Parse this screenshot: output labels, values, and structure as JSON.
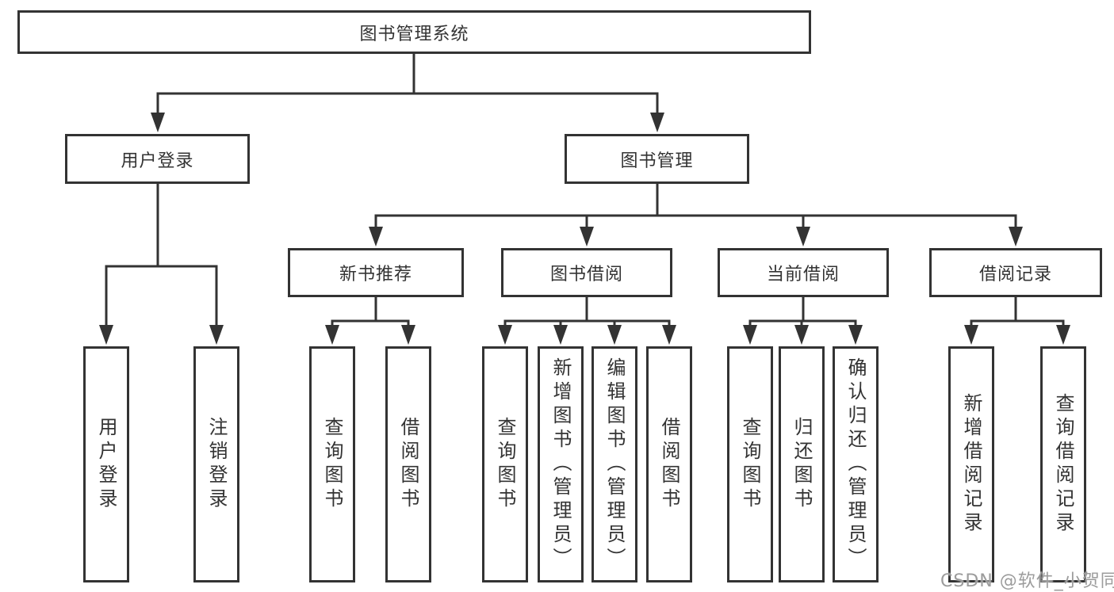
{
  "tree": {
    "root": {
      "label": "图书管理系统"
    },
    "branches": [
      {
        "label": "用户登录",
        "children": [
          {
            "label": "用户登录"
          },
          {
            "label": "注销登录"
          }
        ]
      },
      {
        "label": "图书管理",
        "children": [
          {
            "label": "新书推荐",
            "children": [
              {
                "label": "查询图书"
              },
              {
                "label": "借阅图书"
              }
            ]
          },
          {
            "label": "图书借阅",
            "children": [
              {
                "label": "查询图书"
              },
              {
                "label": "新增图书（管理员）"
              },
              {
                "label": "编辑图书（管理员）"
              },
              {
                "label": "借阅图书"
              }
            ]
          },
          {
            "label": "当前借阅",
            "children": [
              {
                "label": "查询图书"
              },
              {
                "label": "归还图书"
              },
              {
                "label": "确认归还（管理员）"
              }
            ]
          },
          {
            "label": "借阅记录",
            "children": [
              {
                "label": "新增借阅记录"
              },
              {
                "label": "查询借阅记录"
              }
            ]
          }
        ]
      }
    ]
  },
  "watermark": "CSDN @软件_小贺同学",
  "colors": {
    "line": "#333333",
    "text": "#333333",
    "watermark": "#9c9c9c",
    "background": "#ffffff"
  }
}
